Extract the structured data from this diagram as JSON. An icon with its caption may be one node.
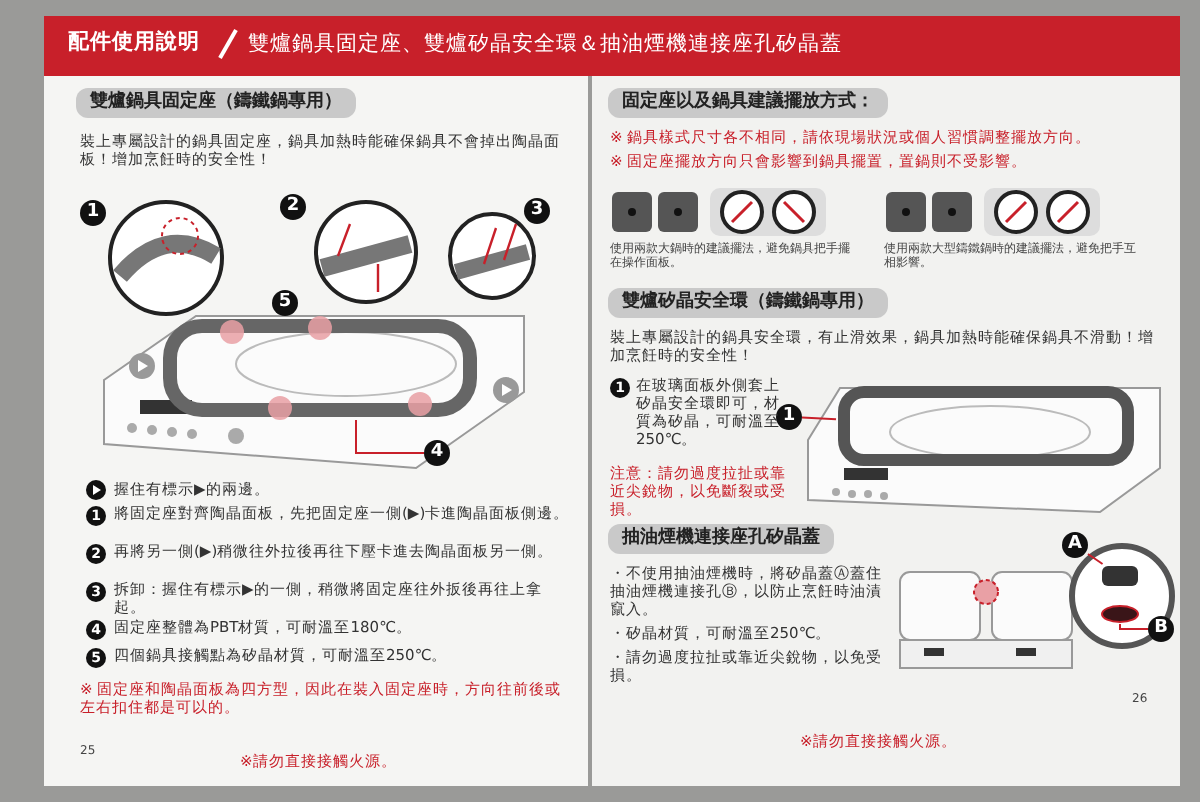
{
  "diagram": {
    "title": "配件使用說明",
    "nodes": [
      {
        "text": [
          "4"
        ]
      },
      {
        "text": [],
        "shape": "picture"
      },
      {
        "text": [
          "1"
        ]
      },
      {
        "text": [],
        "shape": "picture"
      },
      {
        "text": [
          "A"
        ]
      },
      {
        "text": [],
        "shape": "box"
      },
      {
        "text": [
          "B"
        ]
      },
      {
        "text": [],
        "shape": "circle"
      },
      {
        "text": [
          "1"
        ]
      },
      {
        "text": [
          "2"
        ]
      },
      {
        "text": [
          "5"
        ]
      },
      {
        "text": [
          "3"
        ]
      }
    ],
    "edges": [
      {
        "from": 0,
        "to": 1,
        "arrow": "none"
      },
      {
        "from": 2,
        "to": 3,
        "arrow": "none"
      },
      {
        "from": 4,
        "to": 5,
        "arrow": "none"
      },
      {
        "from": 6,
        "to": 7,
        "arrow": "none"
      }
    ],
    "labels": [
      "雙爐鍋具固定座、雙爐矽晶安全環＆抽油煙機連接座孔矽晶蓋",
      "雙爐鍋具固定座（鑄鐵鍋專用）",
      "裝上專屬設計的鍋具固定座，鍋具加熱時能確保鍋具不會掉出陶晶面板！增加烹飪時的安全性！",
      "握住有標示▶的兩邊。",
      "1",
      "將固定座對齊陶晶面板，先把固定座一側(▶)卡進陶晶面板側邊。",
      "2",
      "再將另一側(▶)稍微往外拉後再往下壓卡進去陶晶面板另一側。",
      "3",
      "拆卸：握住有標示▶的一側，稍微將固定座往外扳後再往上拿起。",
      "4",
      "固定座整體為PBT材質，可耐溫至180℃。",
      "5",
      "四個鍋具接觸點為矽晶材質，可耐溫至250℃。",
      "※ 固定座和陶晶面板為四方型，因此在裝入固定座時，方向往前後或左右扣住都是可以的。",
      "25",
      "※請勿直接接觸火源。",
      "固定座以及鍋具建議擺放方式：",
      "※ 鍋具樣式尺寸各不相同，請依現場狀況或個人習慣調整擺放方向。",
      "※ 固定座擺放方向只會影響到鍋具擺置，置鍋則不受影響。",
      "使用兩款大鍋時的建議擺法，避免鍋具把手擺在操作面板。",
      "使用兩款大型鑄鐵鍋時的建議擺法，避免把手互相影響。",
      "雙爐矽晶安全環（鑄鐵鍋專用）",
      "裝上專屬設計的鍋具安全環，有止滑效果，鍋具加熱時能確保鍋具不滑動！增加烹飪時的安全性！",
      "1",
      "在玻璃面板外側套上矽晶安全環即可，材質為矽晶，可耐溫至250℃。",
      "注意：請勿過度拉扯或靠近尖銳物，以免斷裂或受損。",
      "抽油煙機連接座孔矽晶蓋",
      "・不使用抽油煙機時，將矽晶蓋Ⓐ蓋住抽油煙機連接孔Ⓑ，以防止烹飪時油漬竄入。",
      "・矽晶材質，可耐溫至250℃。",
      "・請勿過度拉扯或靠近尖銳物，以免受損。",
      "26",
      "※請勿直接接觸火源。"
    ]
  }
}
